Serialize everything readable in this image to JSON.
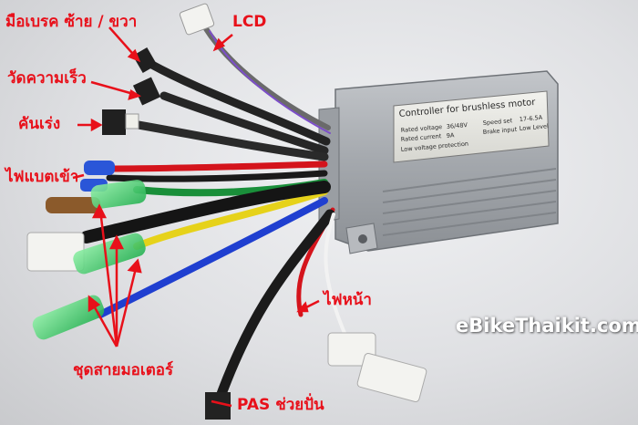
{
  "labels": {
    "brake": "มือเบรค ซ้าย / ขวา",
    "lcd": "LCD",
    "speed_sensor": "วัดความเร็ว",
    "throttle": "คันเร่ง",
    "battery_in": "ไฟแบตเข้า",
    "headlight": "ไฟหน้า",
    "motor_wires": "ชุดสายมอเตอร์",
    "pas": "PAS ช่วยปั่น"
  },
  "watermark": "eBikeThaikit.com",
  "nameplate": {
    "title": "Controller for brushless motor",
    "rows": [
      [
        "Rated voltage",
        "36/48V",
        "Speed set",
        "17-6.5A"
      ],
      [
        "Rated current",
        "9A",
        "Brake input",
        "Low Level"
      ],
      [
        "Low voltage protection",
        "",
        "",
        ""
      ]
    ]
  },
  "colors": {
    "label_red": "#e8101a",
    "housing": "#a7abb0",
    "connector_green": "#3fd36a",
    "wire_blue": "#1f3fd0",
    "wire_yellow": "#e6d21a",
    "wire_red": "#d4141c"
  }
}
